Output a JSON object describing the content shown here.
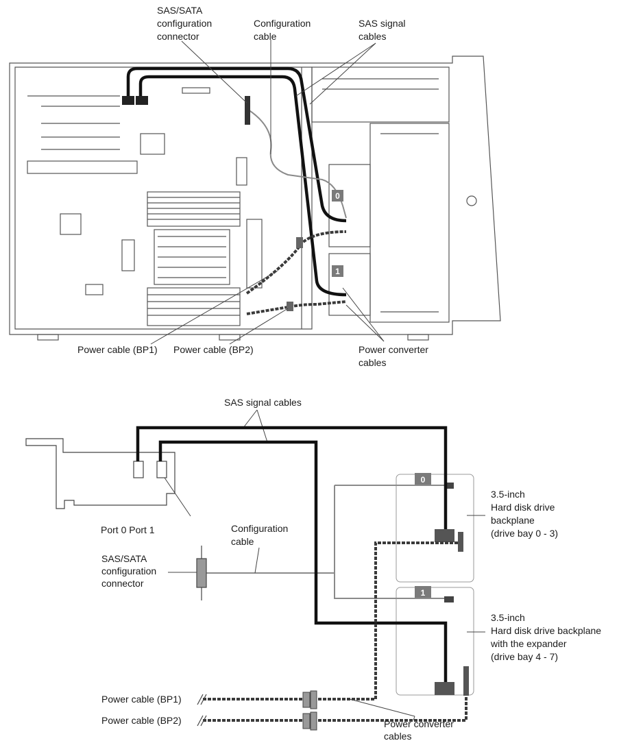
{
  "top": {
    "sas_sata_connector": [
      "SAS/SATA",
      "configuration",
      "connector"
    ],
    "configuration_cable": [
      "Configuration",
      "cable"
    ],
    "sas_signal_cables": [
      "SAS signal",
      "cables"
    ],
    "power_cable_bp1": "Power cable (BP1)",
    "power_cable_bp2": "Power cable (BP2)",
    "power_converter_cables": [
      "Power converter",
      "cables"
    ],
    "bay_badge_0": "0",
    "bay_badge_1": "1"
  },
  "bottom": {
    "sas_signal_cables": "SAS signal cables",
    "port_labels": "Port 0 Port 1",
    "configuration_cable": [
      "Configuration",
      "cable"
    ],
    "sas_sata_connector": [
      "SAS/SATA",
      "configuration",
      "connector"
    ],
    "power_cable_bp1": "Power cable (BP1)",
    "power_cable_bp2": "Power cable (BP2)",
    "power_converter_cables": [
      "Power converter",
      "cables"
    ],
    "backplane_0": [
      "3.5-inch",
      "Hard disk drive",
      "backplane",
      "(drive bay 0 - 3)"
    ],
    "backplane_1": [
      "3.5-inch",
      "Hard disk drive backplane",
      "with the expander",
      "(drive bay 4 - 7)"
    ],
    "badge_0": "0",
    "badge_1": "1"
  },
  "colors": {
    "sas_cable": "#111111",
    "config_cable": "#8a8a8a",
    "power_cable": "#3a3a3a",
    "chassis_line": "#555555",
    "badge_fill": "#7a7a7a"
  }
}
